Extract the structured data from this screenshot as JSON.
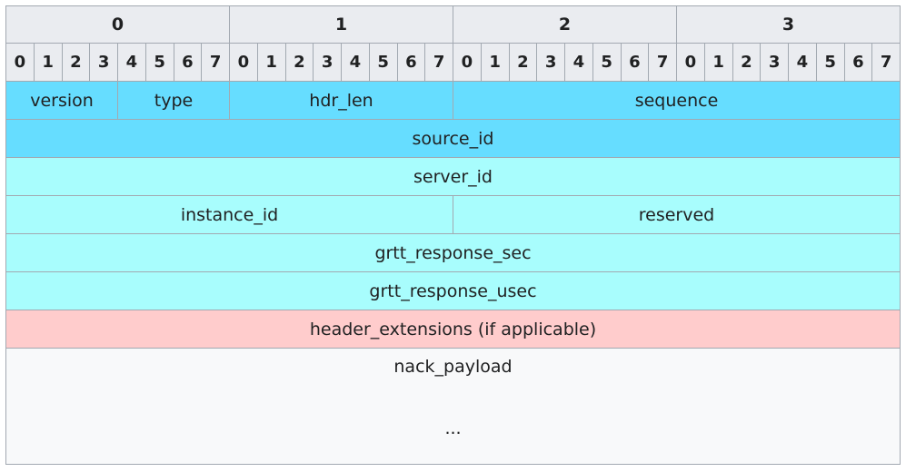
{
  "octets": [
    "0",
    "1",
    "2",
    "3"
  ],
  "bit_labels": [
    "0",
    "1",
    "2",
    "3",
    "4",
    "5",
    "6",
    "7"
  ],
  "fields": {
    "version": "version",
    "type": "type",
    "hdr_len": "hdr_len",
    "sequence": "sequence",
    "source_id": "source_id",
    "server_id": "server_id",
    "instance_id": "instance_id",
    "reserved": "reserved",
    "grtt_response_sec": "grtt_response_sec",
    "grtt_response_usec": "grtt_response_usec",
    "header_extensions": "header_extensions (if applicable)",
    "nack_payload": "nack_payload",
    "ellipsis": "..."
  },
  "colors": {
    "header_bg": "#eaecf0",
    "blue": "#66ddff",
    "cyan": "#a8fdfd",
    "pink": "#ffcccc",
    "white": "#f8f9fa",
    "border": "#a2a9b1"
  }
}
